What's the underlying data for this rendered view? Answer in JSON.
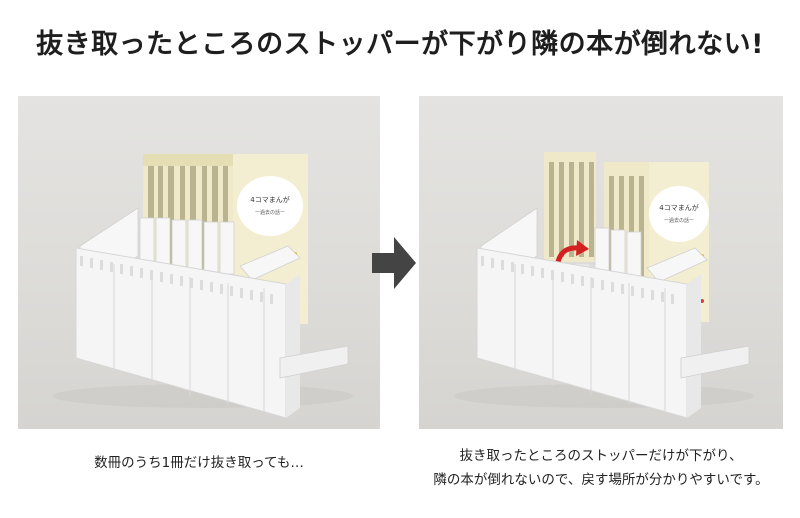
{
  "headline": "抜き取ったところのストッパーが下がり隣の本が倒れない!",
  "left_panel": {
    "photo_name": "stand-with-book-removed-photo",
    "book_cover_text_line1": "4コマまんが",
    "book_cover_text_line2": "ー過去の話ー",
    "caption": "数冊のうち1冊だけ抜き取っても…"
  },
  "arrow": {
    "icon": "right-arrow-icon",
    "color": "#444444"
  },
  "right_panel": {
    "photo_name": "stopper-lowered-photo",
    "book_cover_text_line1": "4コマまんが",
    "book_cover_text_line2": "ー過去の話ー",
    "caption_line1": "抜き取ったところのストッパーだけが下がり、",
    "caption_line2": "隣の本が倒れないので、戻す場所が分かりやすいです。",
    "rotate_icon_color": "#d42020"
  }
}
